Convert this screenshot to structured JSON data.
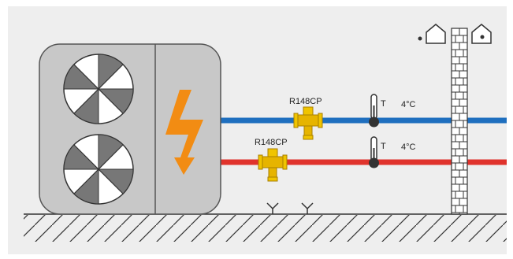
{
  "valves": [
    {
      "label": "R148CP",
      "line": "supply"
    },
    {
      "label": "R148CP",
      "line": "return"
    }
  ],
  "thermometers": [
    {
      "symbol": "T",
      "temperature": "4°C",
      "line": "supply"
    },
    {
      "symbol": "T",
      "temperature": "4°C",
      "line": "return"
    }
  ],
  "colors": {
    "background": "#eeeeee",
    "unit_body": "#c8c8c8",
    "supply_pipe": "#1f6fbf",
    "return_pipe": "#e0332c",
    "valve": "#e6b400",
    "lightning": "#f28c13"
  },
  "icons": {
    "outdoor_temp": "house-outline-icon",
    "indoor_temp": "house-dot-icon"
  }
}
